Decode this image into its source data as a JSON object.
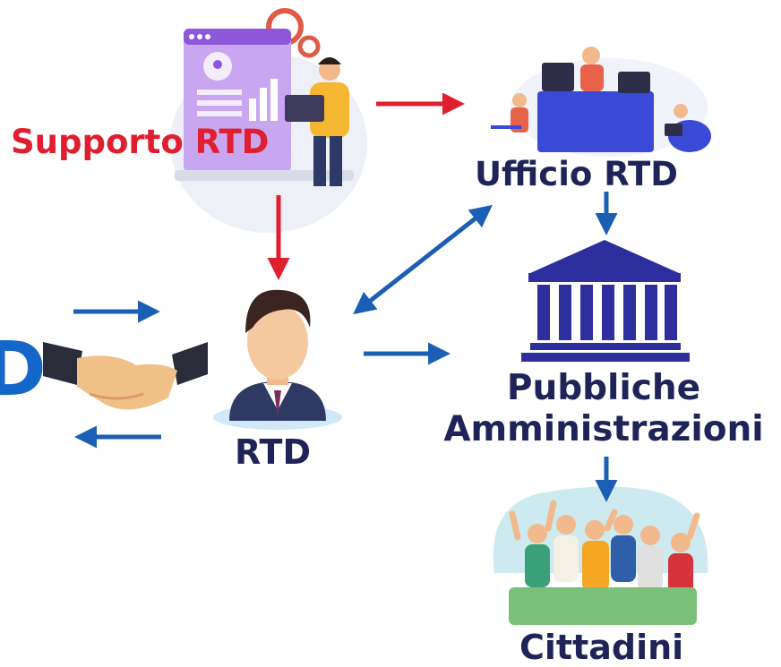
{
  "labels": {
    "supporto_rtd": "Supporto RTD",
    "ufficio_rtd": "Ufficio RTD",
    "pa_line1": "Pubbliche",
    "pa_line2": "Amministrazioni",
    "rtd": "RTD",
    "cittadini": "Cittadini",
    "partial_left": "D"
  },
  "colors": {
    "red_arrow": "#e01e2f",
    "blue_arrow": "#1a5fb4",
    "navy_text": "#1f2458",
    "building": "#2d2f9e"
  },
  "icons": [
    "laptop-dashboard-illustration",
    "office-team-illustration",
    "government-building-icon",
    "businessman-avatar",
    "handshake-icon",
    "citizens-crowd-illustration"
  ]
}
